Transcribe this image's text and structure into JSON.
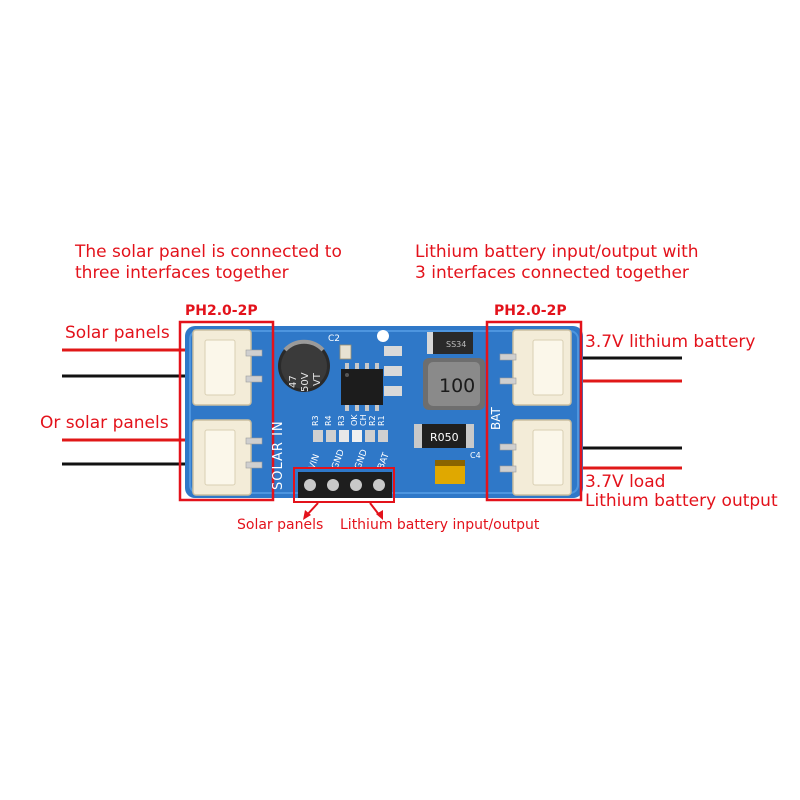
{
  "captions": {
    "left": [
      "The solar panel is connected to",
      "three interfaces together"
    ],
    "right": [
      "Lithium battery input/output with",
      "3 interfaces connected together"
    ]
  },
  "connector_tags": {
    "left": "PH2.0-2P",
    "right": "PH2.0-2P"
  },
  "side_labels": {
    "solar_top": "Solar panels",
    "solar_bottom": "Or solar panels",
    "battery": "3.7V lithium battery",
    "load_line1": "3.7V load",
    "load_line2": "Lithium battery output"
  },
  "bottom_labels": {
    "solar": "Solar panels",
    "battery_io": "Lithium battery input/output"
  },
  "board_text": {
    "solar_in": "SOLAR IN",
    "bat": "BAT",
    "cap_47": "47",
    "cap_50v": "50V",
    "cap_vt": "VT",
    "inductor": "100",
    "resistor": "R050",
    "chip_top": "SS34",
    "c2": "C2",
    "c4": "C4",
    "pins": [
      "VIN",
      "GND",
      "GND",
      "BAT"
    ],
    "smd": [
      "R3",
      "R4",
      "R3",
      "OK",
      "CH",
      "R2",
      "R1"
    ]
  },
  "colors": {
    "annotation_red": "#e3121b",
    "board_blue": "#2f78c8",
    "connector_cream": "#f3ecd8",
    "wire_red": "#e01818",
    "wire_black": "#111111"
  }
}
